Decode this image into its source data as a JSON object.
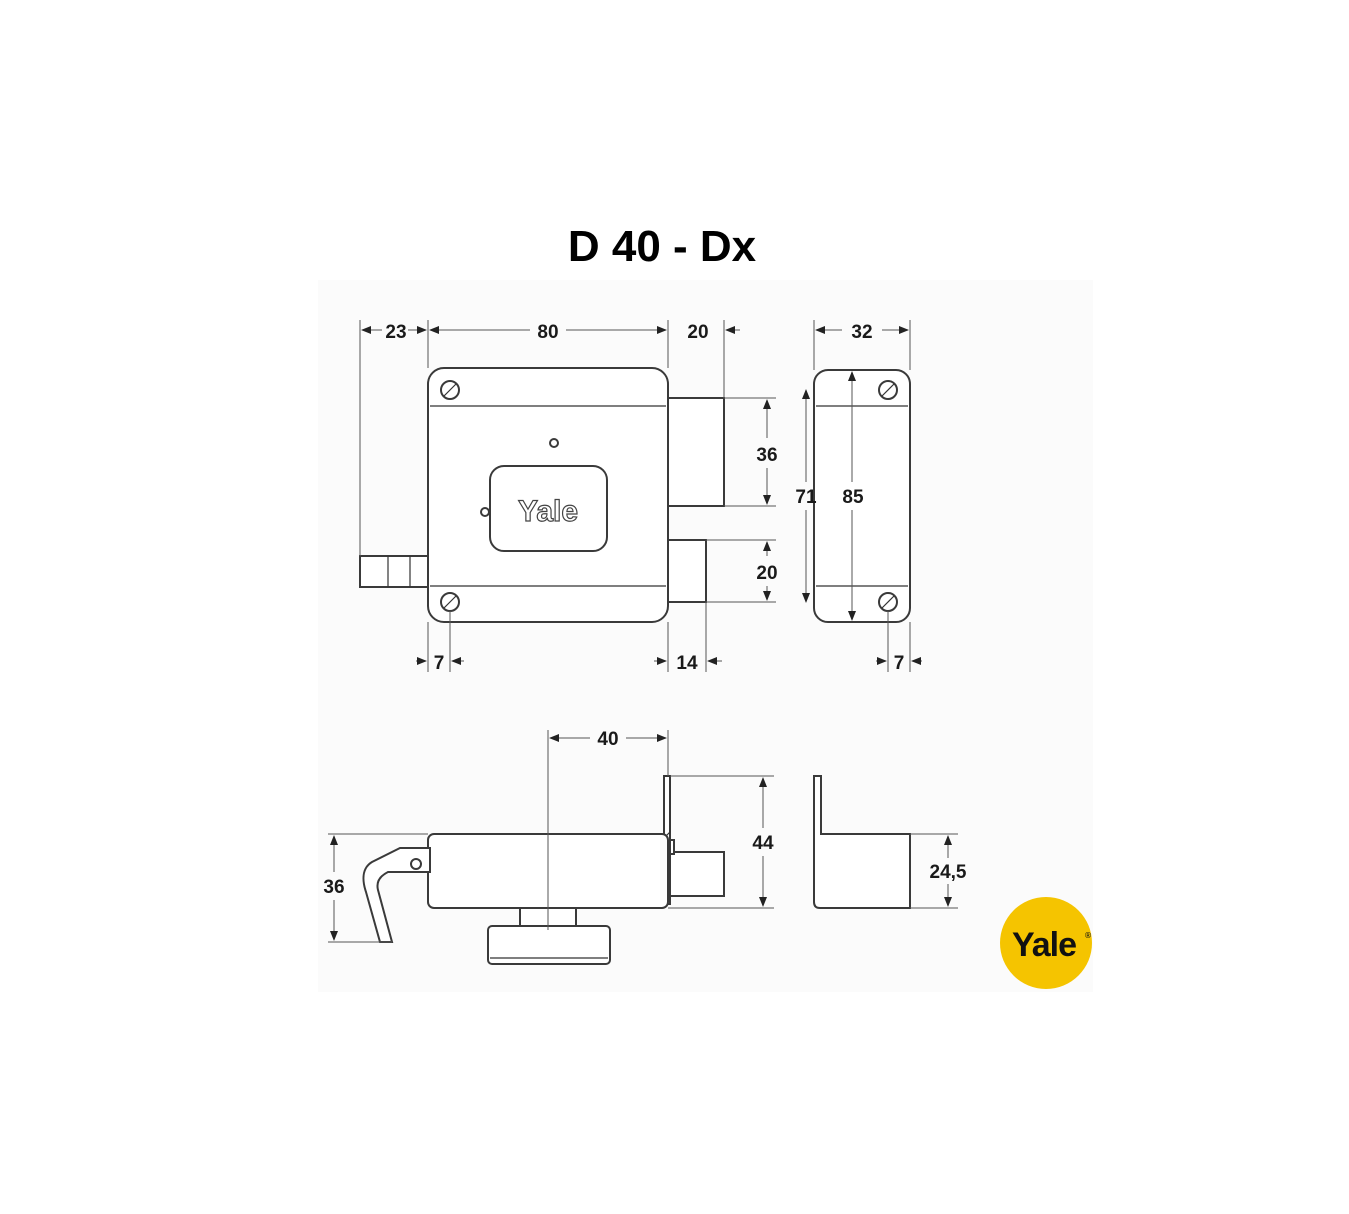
{
  "title": "D 40 - Dx",
  "brand": {
    "lock_logo": "Yale",
    "corner_logo": "Yale",
    "logo_color": "#f5c400"
  },
  "front_view": {
    "width_left_bolt": "23",
    "width_body": "80",
    "width_right_bolt": "20",
    "height_upper_bolt": "36",
    "height_lower_bolt": "20",
    "offset_left_screw": "7",
    "offset_lower_bolt": "14"
  },
  "side_view": {
    "width": "32",
    "height_outer": "71",
    "height_screws": "85",
    "offset_screw": "7"
  },
  "bottom_view": {
    "cylinder_offset": "40",
    "height_total": "44",
    "height_handle": "36",
    "height_keeper": "24,5"
  }
}
